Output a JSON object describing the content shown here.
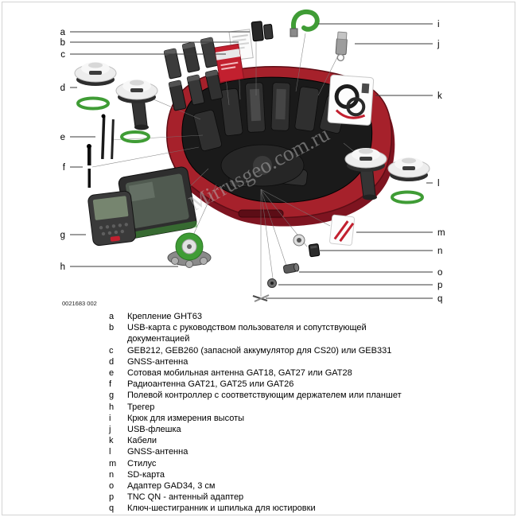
{
  "figure": {
    "code": "0021683 002",
    "watermark": "Mirrusgeo.com.ru"
  },
  "colors": {
    "case_red": "#a6212b",
    "leica_green": "#3f9c35",
    "foam_black": "#1a1a1a"
  },
  "callouts": {
    "left": [
      {
        "letter": "a"
      },
      {
        "letter": "b"
      },
      {
        "letter": "c"
      },
      {
        "letter": "d"
      },
      {
        "letter": "e"
      },
      {
        "letter": "f"
      },
      {
        "letter": "g"
      },
      {
        "letter": "h"
      }
    ],
    "right": [
      {
        "letter": "i"
      },
      {
        "letter": "j"
      },
      {
        "letter": "k"
      },
      {
        "letter": "l"
      },
      {
        "letter": "m"
      },
      {
        "letter": "n"
      },
      {
        "letter": "o"
      },
      {
        "letter": "p"
      },
      {
        "letter": "q"
      }
    ]
  },
  "legend": {
    "items": [
      {
        "letter": "a",
        "text": "Крепление GHT63"
      },
      {
        "letter": "b",
        "text": "USB-карта с руководством пользователя и сопутствующей документацией"
      },
      {
        "letter": "c",
        "text": "GEB212, GEB260 (запасной аккумулятор для CS20) или GEB331"
      },
      {
        "letter": "d",
        "text": "GNSS-антенна"
      },
      {
        "letter": "e",
        "text": "Сотовая мобильная антенна GAT18, GAT27 или GAT28"
      },
      {
        "letter": "f",
        "text": "Радиоантенна GAT21, GAT25 или GAT26"
      },
      {
        "letter": "g",
        "text": "Полевой контроллер с соответствующим держателем или планшет"
      },
      {
        "letter": "h",
        "text": "Трегер"
      },
      {
        "letter": "i",
        "text": "Крюк для измерения высоты"
      },
      {
        "letter": "j",
        "text": "USB-флешка"
      },
      {
        "letter": "k",
        "text": "Кабели"
      },
      {
        "letter": "l",
        "text": "GNSS-антенна"
      },
      {
        "letter": "m",
        "text": "Стилус"
      },
      {
        "letter": "n",
        "text": "SD-карта"
      },
      {
        "letter": "o",
        "text": "Адаптер GAD34, 3 см"
      },
      {
        "letter": "p",
        "text": "TNC QN - антенный адаптер"
      },
      {
        "letter": "q",
        "text": "Ключ-шестигранник и шпилька для юстировки"
      }
    ]
  }
}
